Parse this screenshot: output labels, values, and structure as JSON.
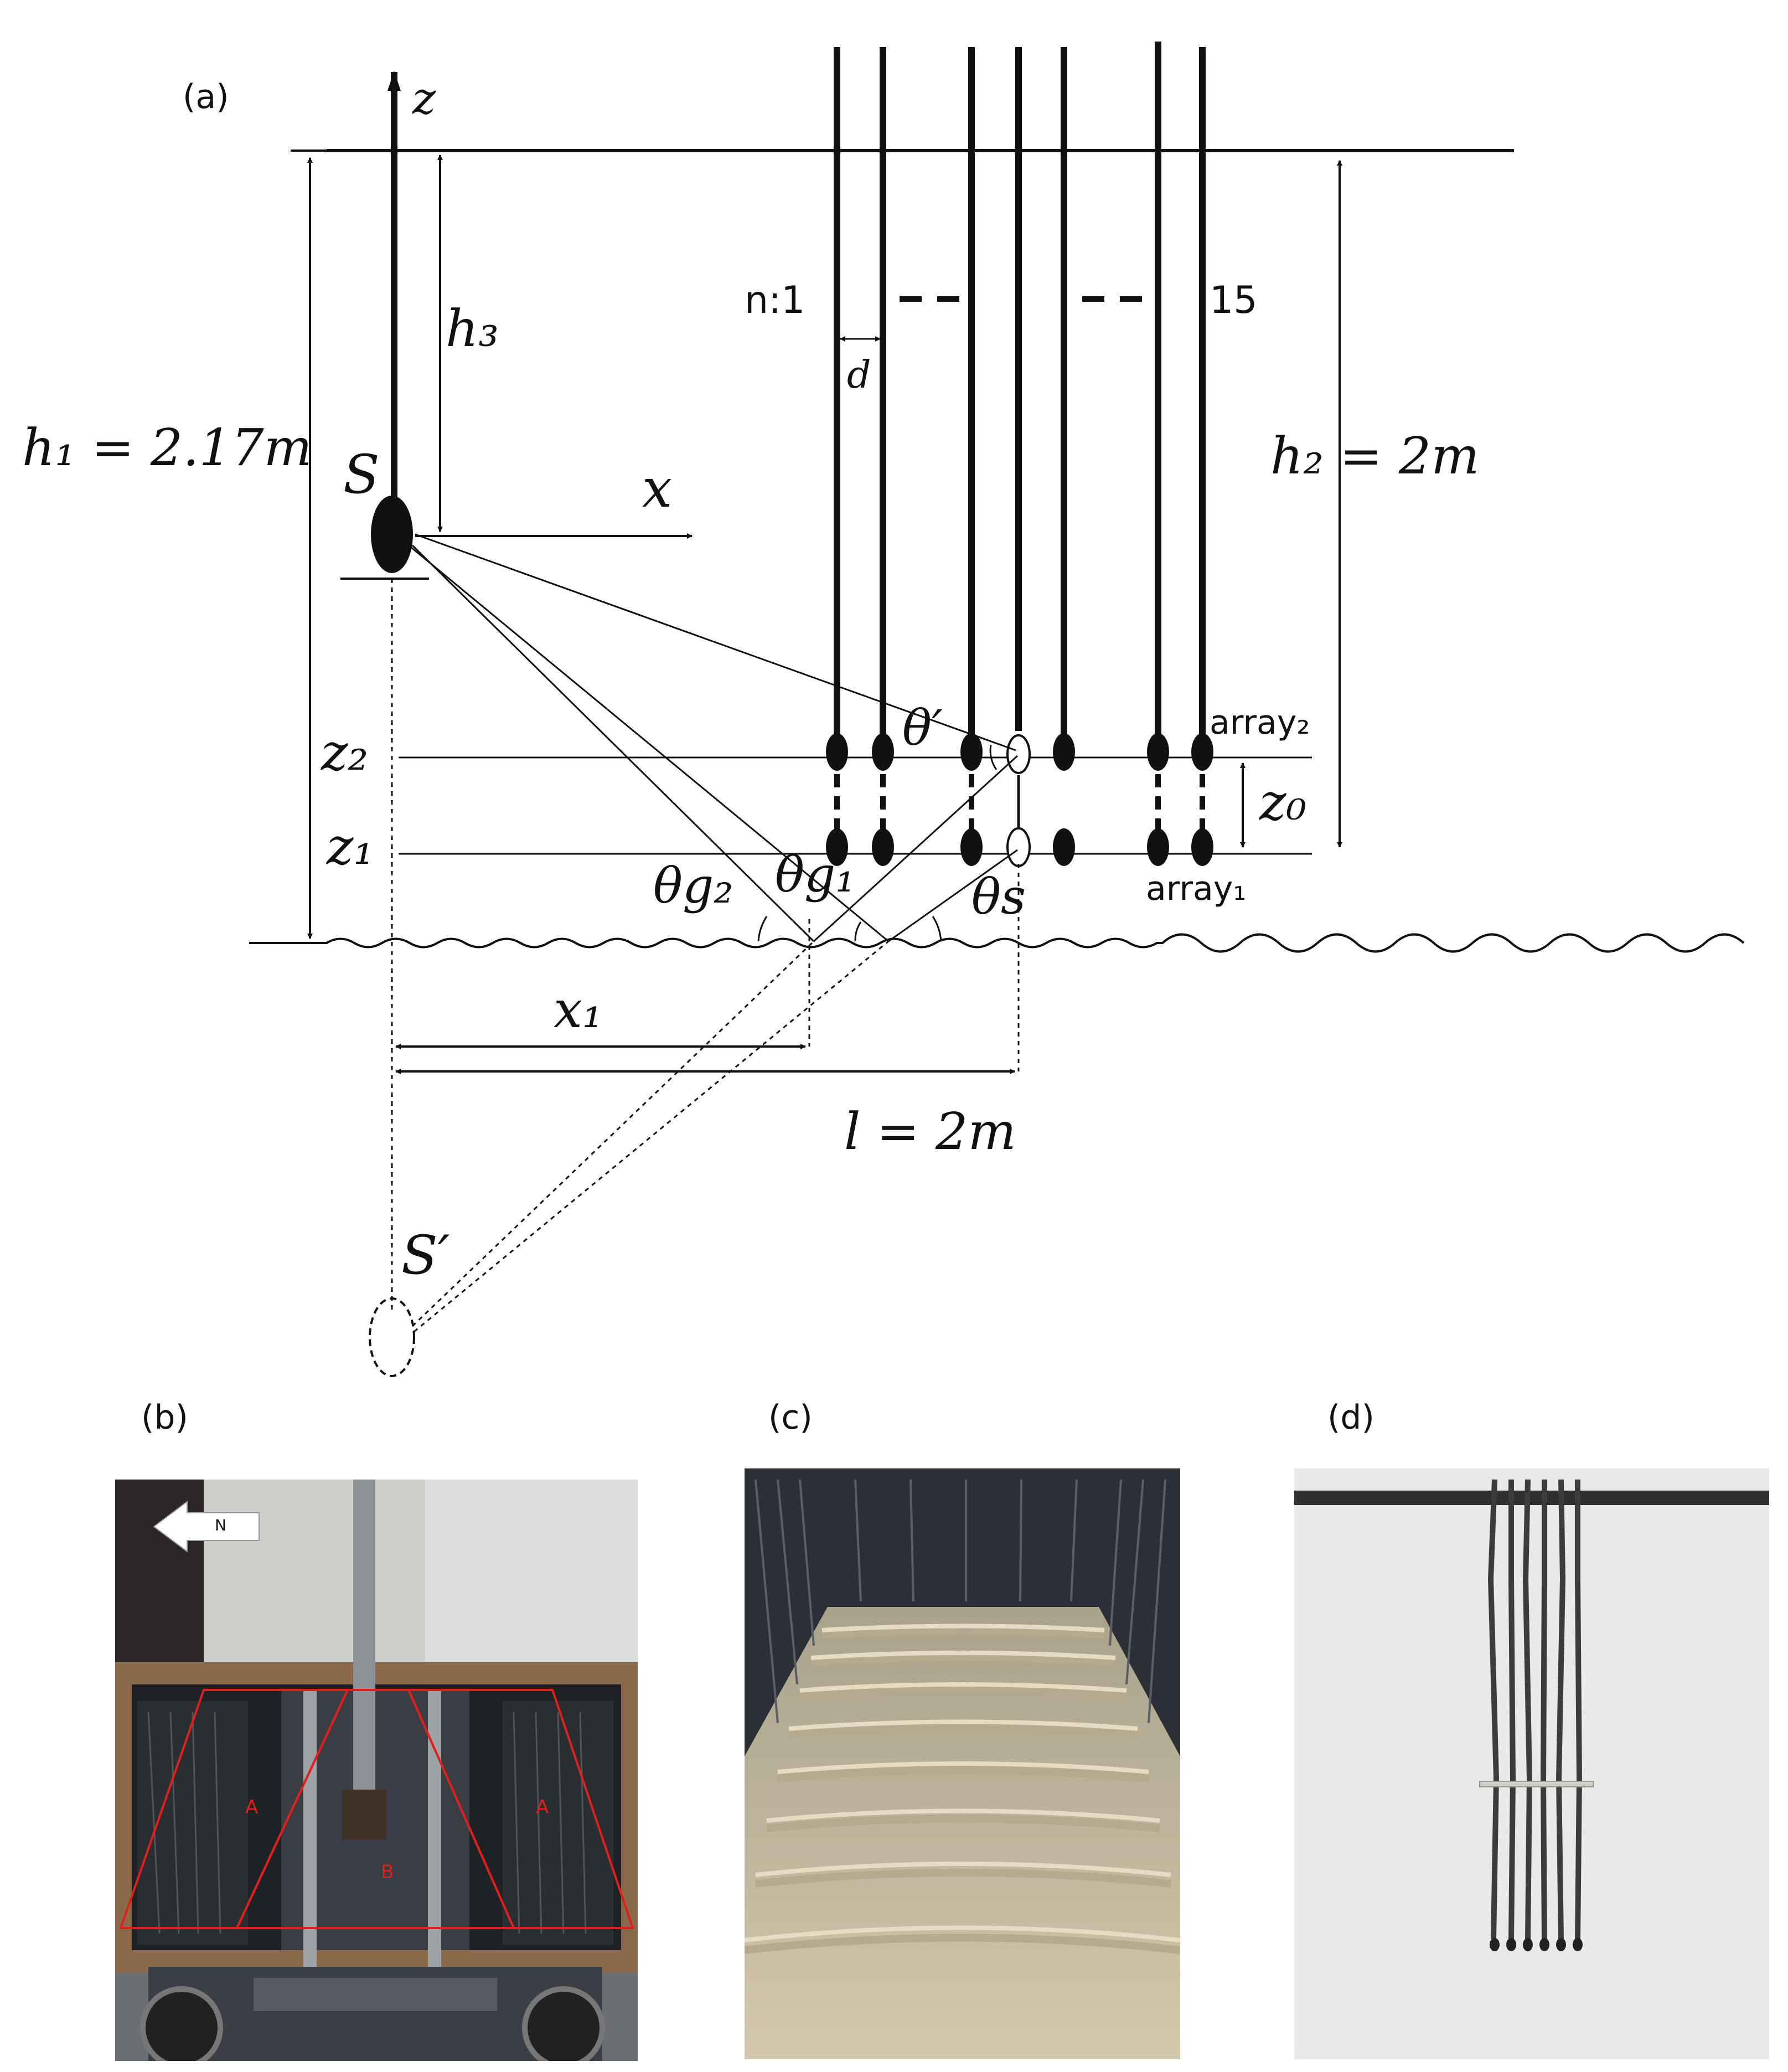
{
  "panels": {
    "a": "(a)",
    "b": "(b)",
    "c": "(c)",
    "d": "(d)"
  },
  "diagram": {
    "axis_z": "z",
    "axis_x": "x",
    "source": "S",
    "image_source": "S′",
    "h1": "h₁ = 2.17m",
    "h2": "h₂ = 2m",
    "h3": "h₃",
    "d": "d",
    "n_first": "n:1",
    "n_last": "15",
    "z1": "z₁",
    "z2": "z₂",
    "z0": "z₀",
    "array1": "array₁",
    "array2": "array₂",
    "theta_prime": "θ′",
    "theta_g1": "θg₁",
    "theta_g2": "θg₂",
    "theta_s": "θs",
    "x1": "x₁",
    "l": "l = 2m"
  },
  "photo_b": {
    "arrow_label": "N",
    "region_a_left": "A",
    "region_a_right": "A",
    "region_b": "B"
  },
  "colors": {
    "ink": "#111111",
    "annotation_red": "#e0201c",
    "sand": "#cfc3a6",
    "anechoic": "#2c3036",
    "tank_water": "#1e2226",
    "wall": "#e9e9e7"
  }
}
